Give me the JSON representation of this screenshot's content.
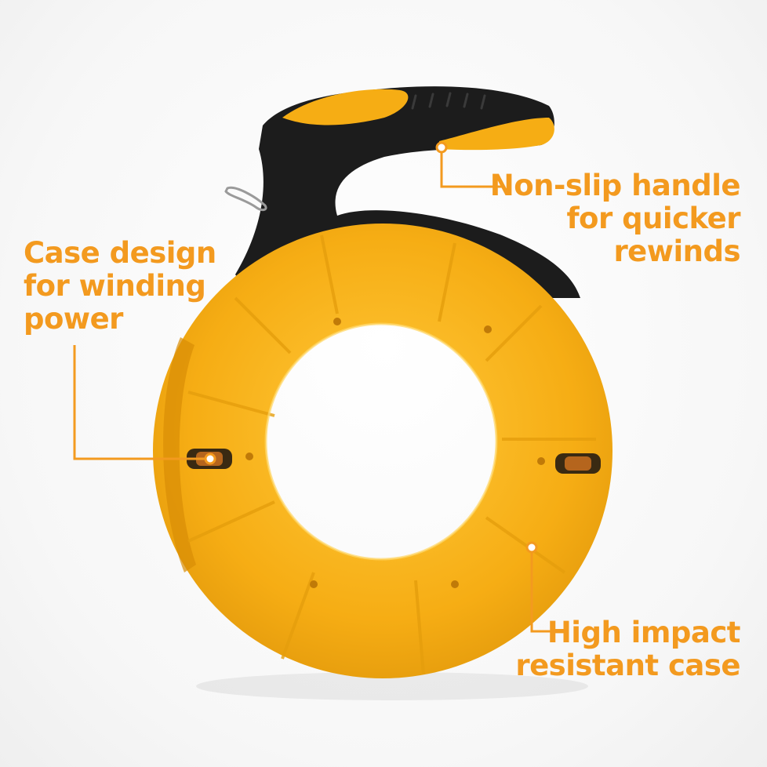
{
  "colors": {
    "accent": "#f39a1f",
    "case_yellow": "#f6ad14",
    "handle_black": "#1c1c1c"
  },
  "image": {
    "subject": "fish-tape-reel-icon"
  },
  "callouts": {
    "handle": {
      "lines": [
        "Non-slip handle",
        "for quicker",
        "rewinds"
      ]
    },
    "case_design": {
      "lines": [
        "Case design",
        "for winding",
        "power"
      ]
    },
    "impact": {
      "lines": [
        "High impact",
        "resistant case"
      ]
    }
  }
}
